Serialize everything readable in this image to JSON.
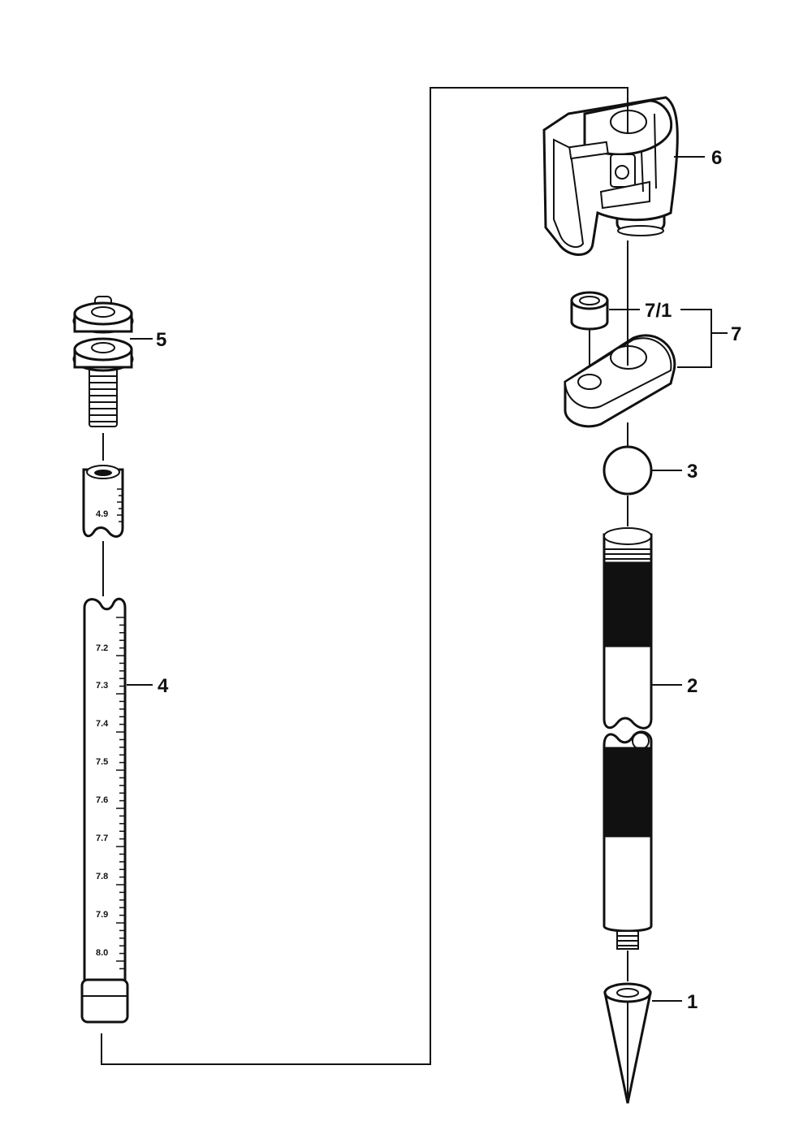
{
  "callouts": {
    "p1": "1",
    "p2": "2",
    "p3": "3",
    "p4": "4",
    "p5": "5",
    "p6": "6",
    "p7": "7",
    "p7_1": "7/1"
  },
  "scale_short": [
    "4.9"
  ],
  "scale_long": [
    "7.2",
    "7.3",
    "7.4",
    "7.5",
    "7.6",
    "7.7",
    "7.8",
    "7.9",
    "8.0"
  ]
}
